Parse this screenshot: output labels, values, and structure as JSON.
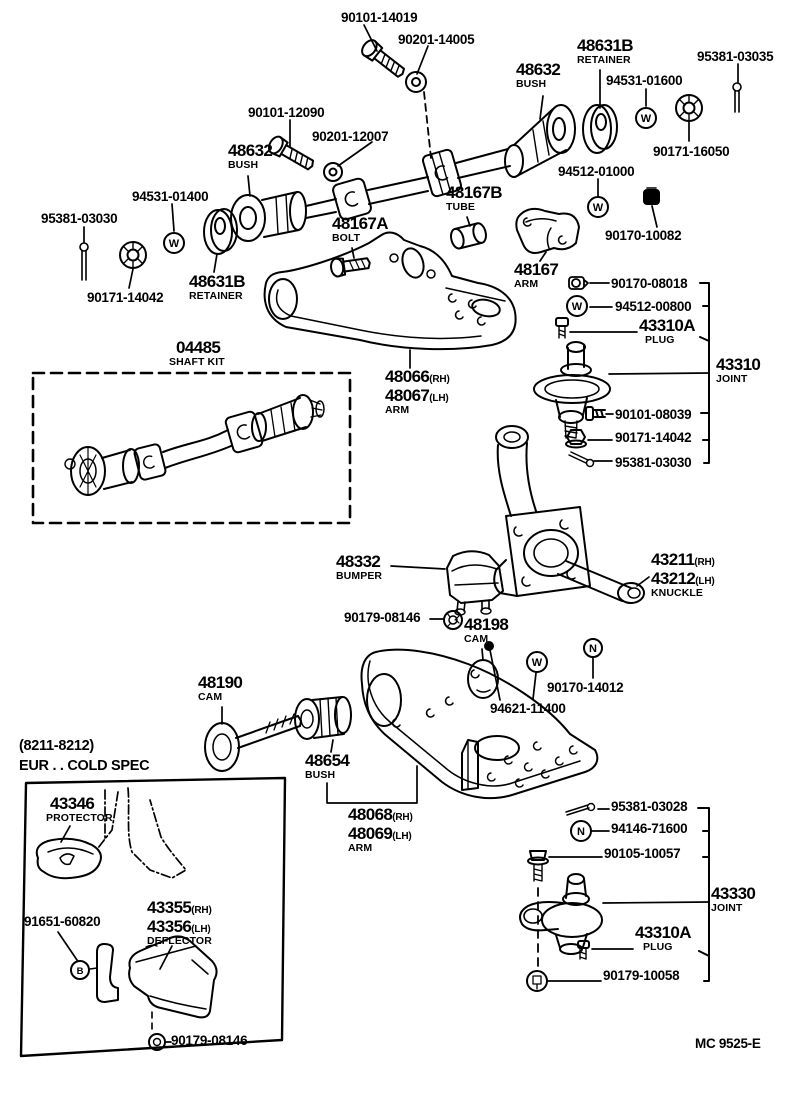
{
  "doc": {
    "code": "MC 9525-E"
  },
  "glyphs": {
    "washer": "W",
    "nut": "N",
    "bolt_b": "B"
  },
  "labels": {
    "upper_cam_bolt": {
      "num": "90101-14019"
    },
    "upper_cam_washer": {
      "num": "90201-14005"
    },
    "bush_front": {
      "num": "48632",
      "name": "BUSH"
    },
    "retainer_front": {
      "num": "48631B",
      "name": "RETAINER"
    },
    "washer_01600": {
      "num": "94531-01600"
    },
    "pin_03035": {
      "num": "95381-03035"
    },
    "locknut_16050": {
      "num": "90171-16050"
    },
    "washer_01000": {
      "num": "94512-01000"
    },
    "shaft_bolt": {
      "num": "90101-12090"
    },
    "shaft_washer": {
      "num": "90201-12007"
    },
    "bush_rear": {
      "num": "48632",
      "name": "BUSH"
    },
    "washer_01400": {
      "num": "94531-01400"
    },
    "pin_03030_left": {
      "num": "95381-03030"
    },
    "locknut_14042_l": {
      "num": "90171-14042"
    },
    "retainer_rear": {
      "num": "48631B",
      "name": "RETAINER"
    },
    "bolt_48167a": {
      "num": "48167A",
      "name": "BOLT"
    },
    "tube_48167b": {
      "num": "48167B",
      "name": "TUBE"
    },
    "arm_48167": {
      "num": "48167",
      "name": "ARM"
    },
    "nut_10082": {
      "num": "90170-10082"
    },
    "nut_08018": {
      "num": "90170-08018"
    },
    "washer_00800": {
      "num": "94512-00800"
    },
    "plug_upper": {
      "num": "43310A",
      "name": "PLUG"
    },
    "joint_upper": {
      "num": "43310",
      "name": "JOINT"
    },
    "bolt_08039": {
      "num": "90101-08039"
    },
    "nut_14042_r": {
      "num": "90171-14042"
    },
    "pin_03030_right": {
      "num": "95381-03030"
    },
    "shaft_kit": {
      "num": "04485",
      "name": "SHAFT KIT"
    },
    "arm_upper": {
      "num_rh": "48066",
      "side_rh": "(RH)",
      "num_lh": "48067",
      "side_lh": "(LH)",
      "name": "ARM"
    },
    "bumper": {
      "num": "48332",
      "name": "BUMPER"
    },
    "bolt_08146_mid": {
      "num": "90179-08146"
    },
    "cam_48198": {
      "num": "48198",
      "name": "CAM"
    },
    "knuckle": {
      "num_rh": "43211",
      "side_rh": "(RH)",
      "num_lh": "43212",
      "side_lh": "(LH)",
      "name": "KNUCKLE"
    },
    "nut_14012": {
      "num": "90170-14012"
    },
    "washer_11400": {
      "num": "94621-11400"
    },
    "cam_48190": {
      "num": "48190",
      "name": "CAM"
    },
    "bush_48654": {
      "num": "48654",
      "name": "BUSH"
    },
    "arm_lower": {
      "num_rh": "48068",
      "side_rh": "(RH)",
      "num_lh": "48069",
      "side_lh": "(LH)",
      "name": "ARM"
    },
    "pin_03028": {
      "num": "95381-03028"
    },
    "nut_71600": {
      "num": "94146-71600"
    },
    "bolt_10057": {
      "num": "90105-10057"
    },
    "joint_lower": {
      "num": "43330",
      "name": "JOINT"
    },
    "plug_lower": {
      "num": "43310A",
      "name": "PLUG"
    },
    "bolt_10058": {
      "num": "90179-10058"
    },
    "spec_period": {
      "num": "(8211-8212)"
    },
    "spec_region": {
      "num": "EUR . . COLD SPEC"
    },
    "protector": {
      "num": "43346",
      "name": "PROTECTOR"
    },
    "bolt_60820": {
      "num": "91651-60820"
    },
    "deflector": {
      "num_rh": "43355",
      "side_rh": "(RH)",
      "num_lh": "43356",
      "side_lh": "(LH)",
      "name": "DEFLECTOR"
    },
    "bolt_08146_bot": {
      "num": "90179-08146"
    }
  }
}
